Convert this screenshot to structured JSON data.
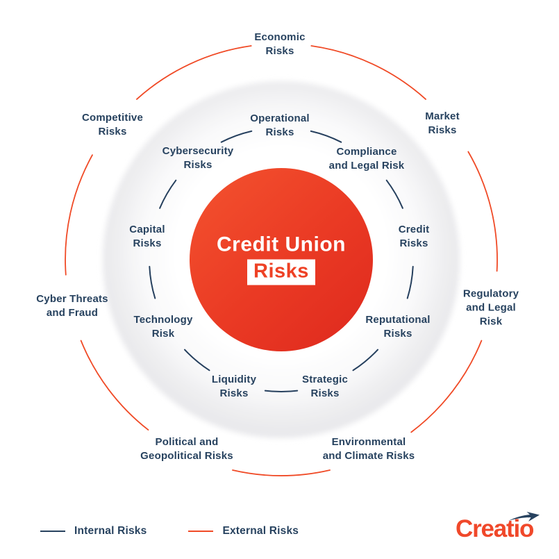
{
  "title": {
    "line1": "Credit Union",
    "line2": "Risks"
  },
  "rings": {
    "internal": {
      "color": "#26405e",
      "items": [
        {
          "label": "Operational\nRisks"
        },
        {
          "label": "Compliance\nand Legal Risk"
        },
        {
          "label": "Credit\nRisks"
        },
        {
          "label": "Reputational\nRisks"
        },
        {
          "label": "Strategic\nRisks"
        },
        {
          "label": "Liquidity\nRisks"
        },
        {
          "label": "Technology\nRisk"
        },
        {
          "label": "Capital\nRisks"
        },
        {
          "label": "Cybersecurity\nRisks"
        }
      ]
    },
    "external": {
      "color": "#f04a26",
      "items": [
        {
          "label": "Economic\nRisks"
        },
        {
          "label": "Market\nRisks"
        },
        {
          "label": "Regulatory\nand Legal Risk"
        },
        {
          "label": "Environmental\nand Climate Risks"
        },
        {
          "label": "Political and\nGeopolitical Risks"
        },
        {
          "label": "Cyber Threats\nand Fraud"
        },
        {
          "label": "Competitive\nRisks"
        }
      ]
    }
  },
  "legend": {
    "internal": "Internal Risks",
    "external": "External Risks"
  },
  "logo": {
    "text": "Creatio"
  },
  "colors": {
    "accent_orange": "#f04a26",
    "navy_text": "#27425f",
    "center_gradient_start": "#f4532f",
    "center_gradient_end": "#df2a1e",
    "center_risks_text": "#ee4125"
  }
}
